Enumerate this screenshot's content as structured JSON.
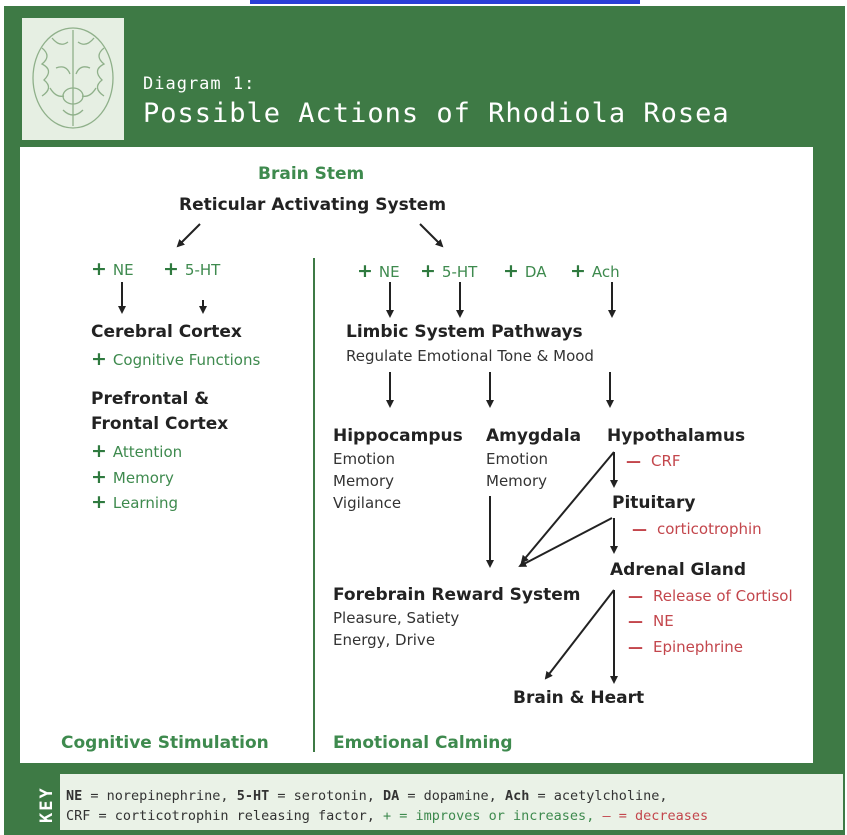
{
  "top_link_text": "",
  "header": {
    "label": "Diagram 1:",
    "title": "Possible Actions of Rhodiola Rosea"
  },
  "brain_stem": {
    "title": "Brain Stem",
    "system": "Reticular Activating System"
  },
  "left": {
    "mods": [
      "NE",
      "5-HT"
    ],
    "cerebral": {
      "title": "Cerebral Cortex",
      "effects": [
        "Cognitive Functions"
      ]
    },
    "prefrontal": {
      "title_line1": "Prefrontal &",
      "title_line2": "Frontal Cortex",
      "effects": [
        "Attention",
        "Memory",
        "Learning"
      ]
    },
    "footer": "Cognitive Stimulation"
  },
  "right": {
    "mods": [
      "NE",
      "5-HT",
      "DA",
      "Ach"
    ],
    "limbic": {
      "title": "Limbic System Pathways",
      "subtitle": "Regulate Emotional Tone & Mood"
    },
    "hippocampus": {
      "title": "Hippocampus",
      "items": [
        "Emotion",
        "Memory",
        "Vigilance"
      ]
    },
    "amygdala": {
      "title": "Amygdala",
      "items": [
        "Emotion",
        "Memory"
      ]
    },
    "hypothalamus": {
      "title": "Hypothalamus",
      "effects": [
        "CRF"
      ]
    },
    "pituitary": {
      "title": "Pituitary",
      "effects": [
        "corticotrophin"
      ]
    },
    "adrenal": {
      "title": "Adrenal Gland",
      "effects": [
        "Release of Cortisol",
        "NE",
        "Epinephrine"
      ]
    },
    "forebrain": {
      "title": "Forebrain Reward System",
      "items": [
        "Pleasure, Satiety",
        "Energy, Drive"
      ]
    },
    "brain_heart": "Brain & Heart",
    "footer": "Emotional Calming"
  },
  "symbols": {
    "plus": "+",
    "minus": "—"
  },
  "key": {
    "label": "KEY",
    "line1": {
      "ne_abbr": "NE",
      "ne_def": " = norepinephrine, ",
      "ht_abbr": "5-HT",
      "ht_def": " = serotonin, ",
      "da_abbr": "DA",
      "da_def": " = dopamine, ",
      "ach_abbr": "Ach",
      "ach_def": " = acetylcholine,"
    },
    "line2": {
      "crf_def": "CRF = corticotrophin releasing factor, ",
      "plus_sym": "+",
      "plus_def": " = improves or increases, ",
      "minus_sym": "—",
      "minus_def": " = decreases"
    }
  },
  "colors": {
    "frame_green": "#3e7a45",
    "text_green": "#3e8a4e",
    "text_red": "#c3464c",
    "key_bg": "#eaf2e7",
    "brain_bg": "#e6efe3"
  }
}
